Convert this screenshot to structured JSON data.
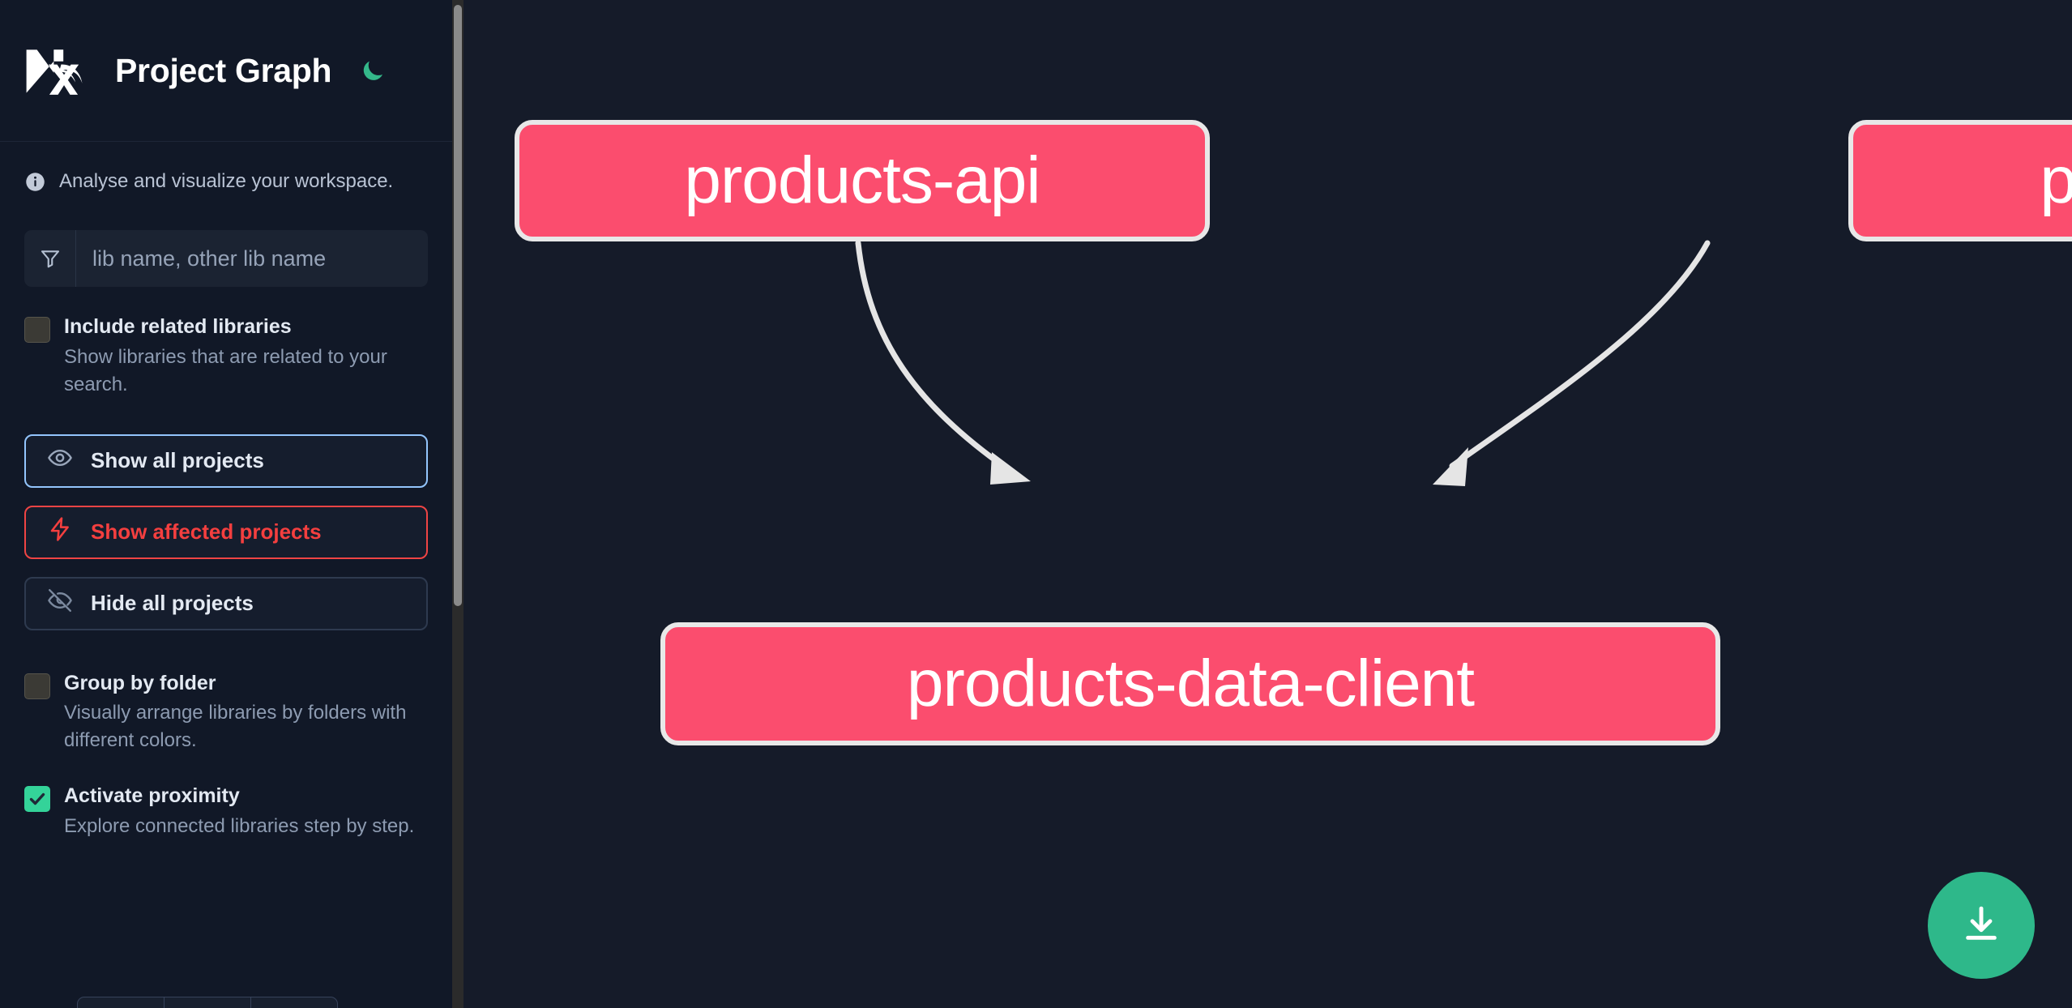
{
  "app": {
    "title": "Project Graph",
    "logo_icon": "nx-logo-icon",
    "theme_toggle_icon": "moon-icon",
    "background_color": "#151b29",
    "sidebar_color": "#111827"
  },
  "sidebar": {
    "info": {
      "icon": "info-icon",
      "text": "Analyse and visualize your workspace."
    },
    "search": {
      "icon": "filter-funnel-icon",
      "value": "",
      "placeholder": "lib name, other lib name"
    },
    "checkboxes": [
      {
        "id": "include-related-libraries",
        "label": "Include related libraries",
        "description": "Show libraries that are related to your search.",
        "checked": false
      },
      {
        "id": "group-by-folder",
        "label": "Group by folder",
        "description": "Visually arrange libraries by folders with different colors.",
        "checked": false
      },
      {
        "id": "activate-proximity",
        "label": "Activate proximity",
        "description": "Explore connected libraries step by step.",
        "checked": true
      }
    ],
    "buttons": [
      {
        "id": "show-all-projects",
        "label": "Show all projects",
        "icon": "eye-icon",
        "accent": "#93c5fd"
      },
      {
        "id": "show-affected-projects",
        "label": "Show affected projects",
        "icon": "lightning-icon",
        "accent": "#f43f3f"
      },
      {
        "id": "hide-all-projects",
        "label": "Hide all projects",
        "icon": "eye-off-icon",
        "accent": "#2e3a4f"
      }
    ],
    "segmented_control": [
      {
        "label": ""
      },
      {
        "label": ""
      },
      {
        "label": ""
      }
    ]
  },
  "graph": {
    "node_fill": "#fb4d6e",
    "node_border": "#e8e8e8",
    "edge_color": "#e5e5e5",
    "nodes": [
      {
        "id": "products-api",
        "label": "products-api"
      },
      {
        "id": "products-cli",
        "label": "products-cli"
      },
      {
        "id": "products-data-client",
        "label": "products-data-client"
      }
    ],
    "edges": [
      {
        "from": "products-api",
        "to": "products-data-client"
      },
      {
        "from": "products-cli",
        "to": "products-data-client"
      }
    ]
  },
  "download_button": {
    "icon": "download-icon",
    "color": "#2eb88a"
  }
}
